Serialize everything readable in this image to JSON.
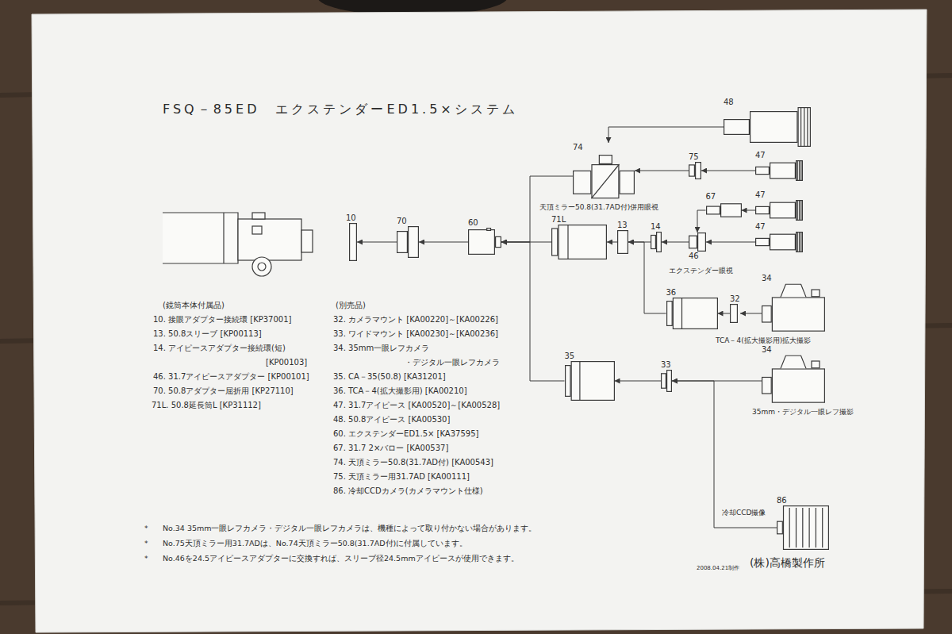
{
  "diagram": {
    "title": "FSQ－85ED　エクステンダーED1.5×システム",
    "nodes": [
      {
        "text": [
          "48"
        ]
      },
      {
        "text": [
          "74"
        ]
      },
      {
        "text": [
          "75"
        ]
      },
      {
        "text": [
          "47"
        ]
      },
      {
        "text": [
          "67"
        ]
      },
      {
        "text": [
          "47"
        ]
      },
      {
        "text": [
          "10"
        ]
      },
      {
        "text": [
          "70"
        ]
      },
      {
        "text": [
          "60"
        ]
      },
      {
        "text": [
          "71L"
        ]
      },
      {
        "text": [
          "13"
        ]
      },
      {
        "text": [
          "14"
        ]
      },
      {
        "text": [
          "46"
        ]
      },
      {
        "text": [
          "47"
        ]
      },
      {
        "text": [
          "36"
        ]
      },
      {
        "text": [
          "32"
        ]
      },
      {
        "text": [
          "34"
        ]
      },
      {
        "text": [
          "35"
        ]
      },
      {
        "text": [
          "33"
        ]
      },
      {
        "text": [
          "34"
        ]
      },
      {
        "text": [
          "86"
        ]
      }
    ],
    "edges": [
      {
        "from": 7,
        "to": 6,
        "arrow": "to"
      },
      {
        "from": 8,
        "to": 7,
        "arrow": "to"
      },
      {
        "from": 9,
        "to": 8,
        "arrow": "to"
      },
      {
        "from": 10,
        "to": 9,
        "arrow": "to"
      },
      {
        "from": 11,
        "to": 10,
        "arrow": "to"
      },
      {
        "from": 12,
        "to": 11,
        "arrow": "to"
      },
      {
        "from": 13,
        "to": 12,
        "arrow": "to"
      },
      {
        "from": 4,
        "to": 12,
        "arrow": "to"
      },
      {
        "from": 5,
        "to": 4,
        "arrow": "to"
      },
      {
        "from": 2,
        "to": 1,
        "arrow": "to"
      },
      {
        "from": 3,
        "to": 2,
        "arrow": "to"
      },
      {
        "from": 0,
        "to": 1,
        "arrow": "to"
      },
      {
        "from": 1,
        "to": 8,
        "arrow": "to"
      },
      {
        "from": 14,
        "to": 10,
        "arrow": "to"
      },
      {
        "from": 15,
        "to": 14,
        "arrow": "to"
      },
      {
        "from": 16,
        "to": 15,
        "arrow": "to"
      },
      {
        "from": 17,
        "to": 8,
        "arrow": "to"
      },
      {
        "from": 18,
        "to": 17,
        "arrow": "to"
      },
      {
        "from": 19,
        "to": 18,
        "arrow": "to"
      },
      {
        "from": 20,
        "to": 18,
        "arrow": "to"
      }
    ],
    "labels": [
      "天頂ミラー50.8(31.7AD付)併用眼視",
      "エクステンダー眼視",
      "TCA－4(拡大撮影用)拡大撮影",
      "35mm・デジタル一眼レフ撮影",
      "冷却CCD撮像",
      "(鏡筒本体付属品)",
      "10. 接眼アダプター接続環 [KP37001]",
      "13. 50.8スリーブ [KP00113]",
      "14. アイピースアダプター接続環(短)",
      "[KP00103]",
      "46. 31.7アイピースアダプター [KP00101]",
      "70. 50.8アダプター屈折用 [KP27110]",
      "71L. 50.8延長筒L [KP31112]",
      "(別売品)",
      "32. カメラマウント [KA00220]～[KA00226]",
      "33. ワイドマウント [KA00230]～[KA00236]",
      "34. 35mm一眼レフカメラ",
      "・デジタル一眼レフカメラ",
      "35. CA－35(50.8) [KA31201]",
      "36. TCA－4(拡大撮影用) [KA00210]",
      "47. 31.7アイピース [KA00520]～[KA00528]",
      "48. 50.8アイピース [KA00530]",
      "60. エクステンダーED1.5× [KA37595]",
      "67. 31.7 2×バロー [KA00537]",
      "74. 天頂ミラー50.8(31.7AD付) [KA00543]",
      "75. 天頂ミラー用31.7AD [KA00111]",
      "86. 冷却CCDカメラ(カメラマウント仕様)",
      "*",
      "No.34 35mm一眼レフカメラ・デジタル一眼レフカメラは、機種によって取り付かない場合があります。",
      "*",
      "No.75天頂ミラー用31.7ADは、No.74天頂ミラー50.8(31.7AD付)に付属しています。",
      "*",
      "No.46を24.5アイピースアダプターに交換すれば、スリーブ径24.5mmアイピースが使用できます。",
      "2008.04.21制作",
      "(株)高橋製作所"
    ]
  }
}
